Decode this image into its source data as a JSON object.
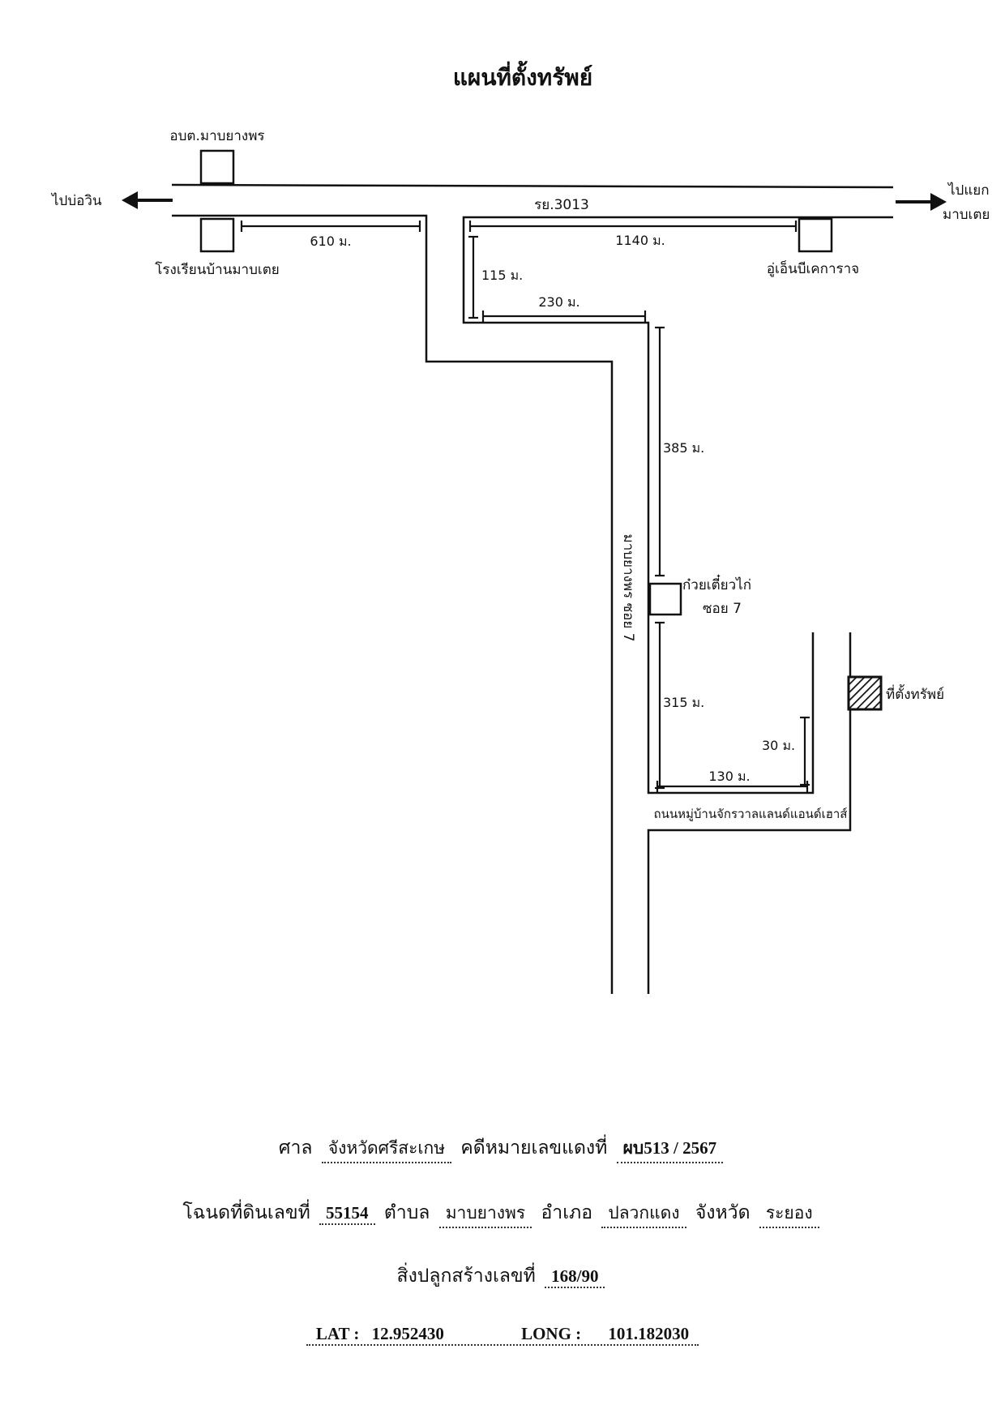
{
  "title": "แผนที่ตั้งทรัพย์",
  "map": {
    "main_road": "รย.3013",
    "to_left": "ไปบ่อวิน",
    "to_right_line1": "ไปแยก",
    "to_right_line2": "มาบเตย",
    "landmark_obt": "อบต.มาบยางพร",
    "landmark_school": "โรงเรียนบ้านมาบเตย",
    "landmark_garage": "อู่เอ็นบีเคการาจ",
    "landmark_noodle": "ก๋วยเตี๋ยวไก่",
    "landmark_noodle_soi": "ซอย 7",
    "soi_road": "มาบยางพร ซอย 7",
    "village_road": "ถนนหมู่บ้านจักรวาลแลนด์แอนด์เฮาส์",
    "property": "ที่ตั้งทรัพย์",
    "dist_610": "610 ม.",
    "dist_1140": "1140 ม.",
    "dist_115": "115 ม.",
    "dist_230": "230 ม.",
    "dist_385": "385 ม.",
    "dist_315": "315 ม.",
    "dist_30": "30 ม.",
    "dist_130": "130 ม."
  },
  "footer": {
    "court_label": "ศาล",
    "court_value": "จังหวัดศรีสะเกษ",
    "case_label": "คดีหมายเลขแดงที่",
    "case_value": "ผบ513 / 2567",
    "deed_label": "โฉนดที่ดินเลขที่",
    "deed_value": "55154",
    "tambon_label": "ตำบล",
    "tambon_value": "มาบยางพร",
    "amphoe_label": "อำเภอ",
    "amphoe_value": "ปลวกแดง",
    "province_label": "จังหวัด",
    "province_value": "ระยอง",
    "building_label": "สิ่งปลูกสร้างเลขที่",
    "building_value": "168/90",
    "lat_label": "LAT :",
    "lat_value": "12.952430",
    "long_label": "LONG :",
    "long_value": "101.182030"
  },
  "colors": {
    "ink": "#111111",
    "paper": "#ffffff"
  },
  "icons": [
    "arrow-left-icon",
    "arrow-right-icon",
    "building-square-icon",
    "hatched-property-icon"
  ]
}
